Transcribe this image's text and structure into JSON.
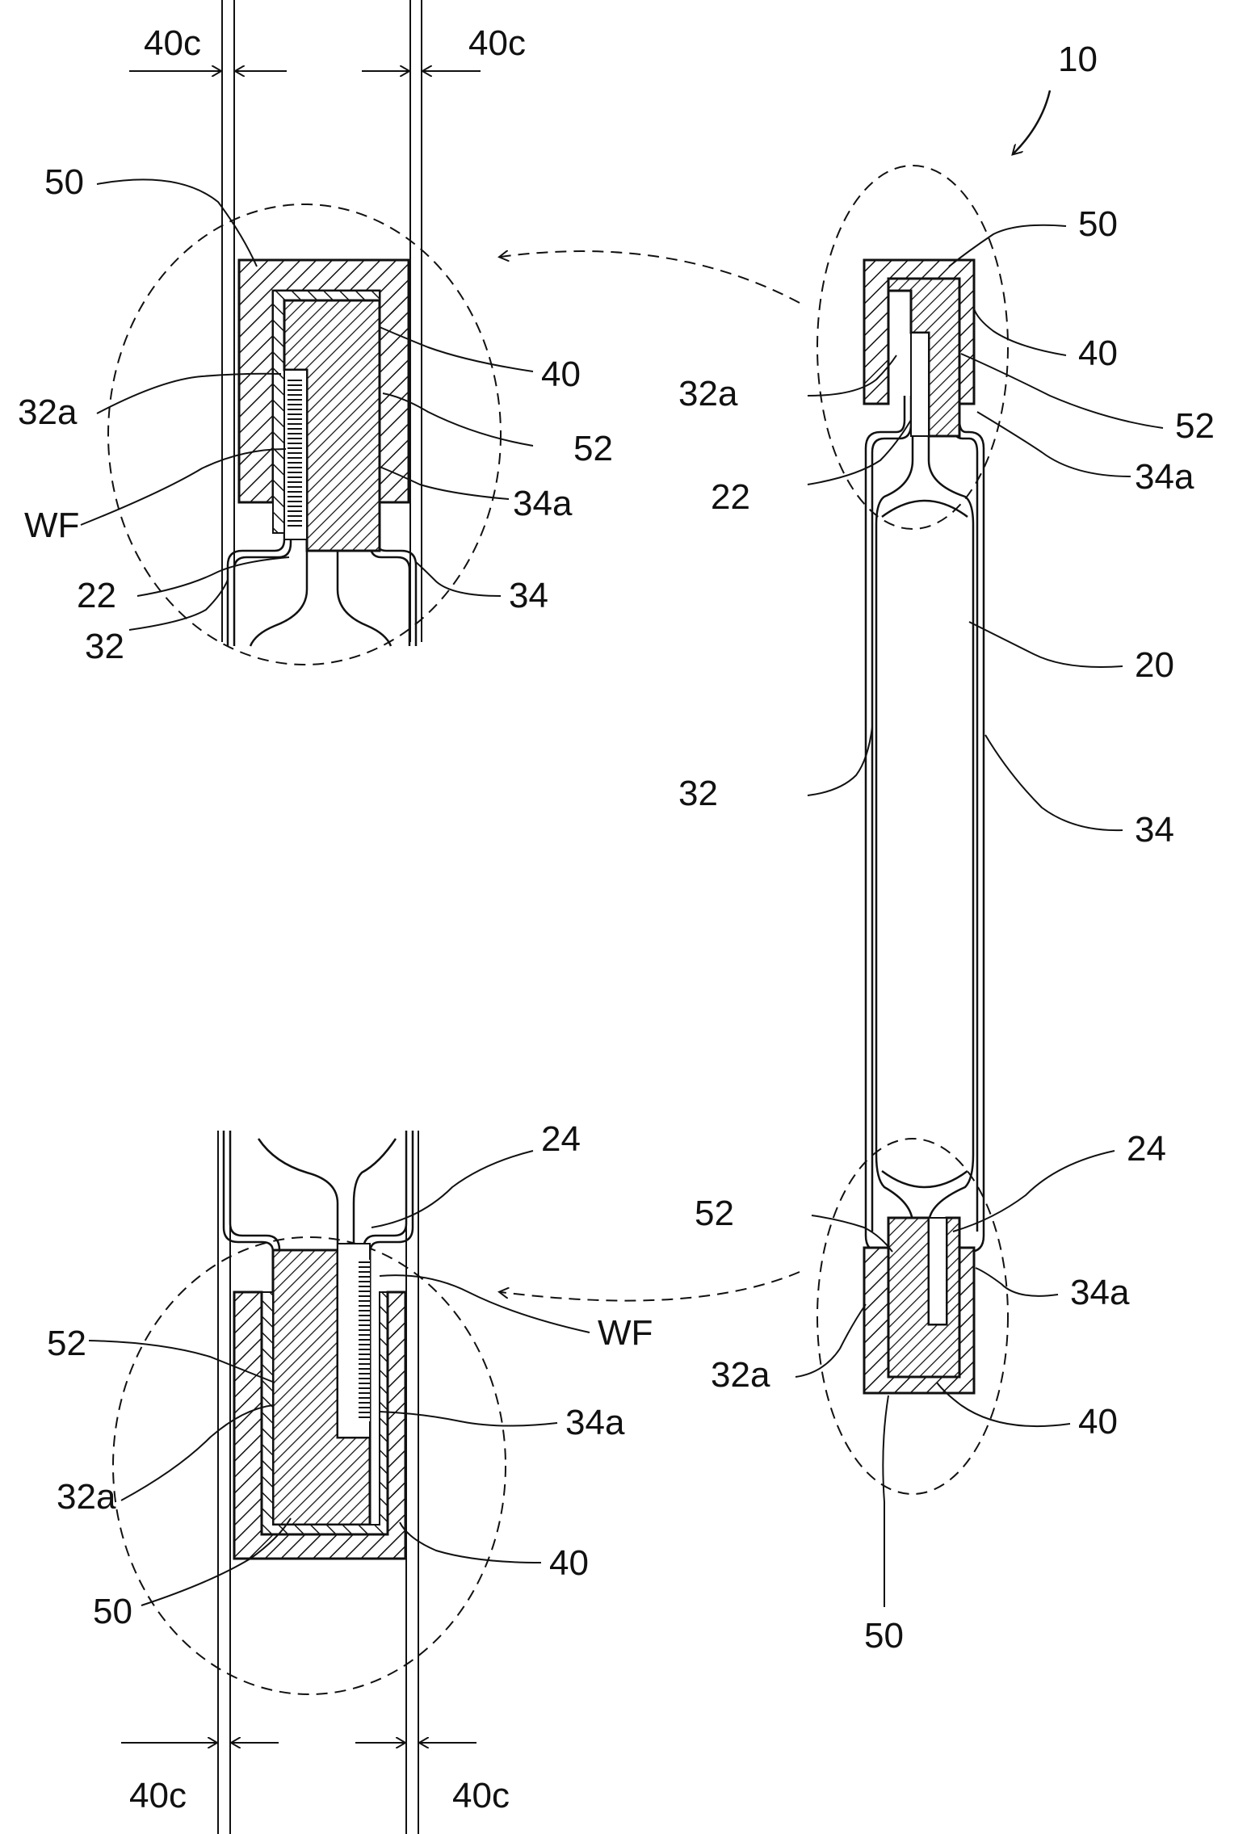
{
  "figure": {
    "ref_device": "10",
    "top_detail": {
      "dim_left": "40c",
      "dim_right": "40c",
      "labels": {
        "l50": "50",
        "l32a": "32a",
        "lWF": "WF",
        "l22": "22",
        "l32": "32",
        "l40": "40",
        "l52": "52",
        "l34a": "34a",
        "l34": "34"
      }
    },
    "main_view": {
      "labels": {
        "t50": "50",
        "t40": "40",
        "t32a": "32a",
        "t52": "52",
        "t22": "22",
        "t34a": "34a",
        "l20": "20",
        "l32": "32",
        "l34": "34",
        "b24": "24",
        "b52": "52",
        "b34a": "34a",
        "b32a": "32a",
        "b40": "40",
        "b50": "50"
      }
    },
    "bottom_detail": {
      "dim_left": "40c",
      "dim_right": "40c",
      "labels": {
        "l24": "24",
        "l52": "52",
        "lWF": "WF",
        "l34a": "34a",
        "l32a": "32a",
        "l50": "50",
        "l40": "40"
      }
    }
  }
}
